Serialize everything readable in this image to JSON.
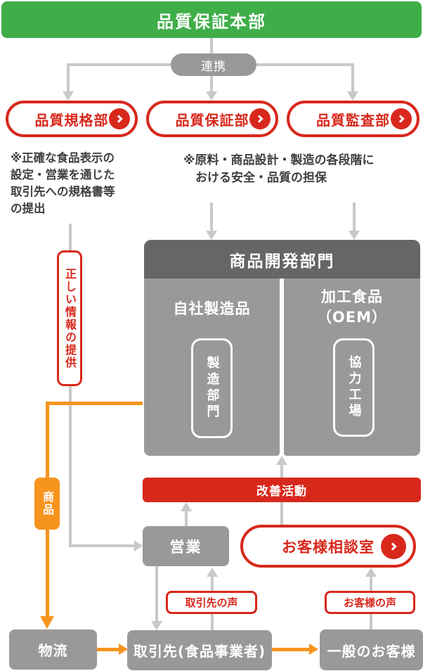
{
  "colors": {
    "green": "#3fae49",
    "red": "#d8281c",
    "orange": "#f7941e",
    "gray_box": "#999999",
    "dark_header": "#666666",
    "line_gray": "#c9c9c9",
    "note_text": "#3f3f3f"
  },
  "header": {
    "title": "品質保証本部"
  },
  "cooperation": {
    "label": "連携"
  },
  "departments": [
    {
      "label": "品質規格部"
    },
    {
      "label": "品質保証部"
    },
    {
      "label": "品質監査部"
    }
  ],
  "notes": {
    "left_lines": [
      "※正確な食品表示の",
      "設定・営業を通じた",
      "取引先への規格書等",
      "の提出"
    ],
    "right_lines": [
      "※原料・商品設計・製造の各段階に",
      "おける安全・品質の担保"
    ]
  },
  "info_flow": {
    "label": "正しい情報の提供"
  },
  "development": {
    "title": "商品開発部門",
    "inhouse": {
      "label": "自社製造品",
      "unit": "製造部門"
    },
    "oem": {
      "label_line1": "加工食品",
      "label_line2": "（OEM）",
      "unit": "協力工場"
    }
  },
  "improvement": {
    "label": "改善活動"
  },
  "sales": {
    "label": "営業"
  },
  "consultation": {
    "label": "お客様相談室"
  },
  "product_flow": {
    "label": "商品"
  },
  "voices": {
    "client": "取引先の声",
    "customer": "お客様の声"
  },
  "bottom": {
    "logistics": "物流",
    "clients": "取引先(食品事業者)",
    "customers": "一般のお客様"
  }
}
